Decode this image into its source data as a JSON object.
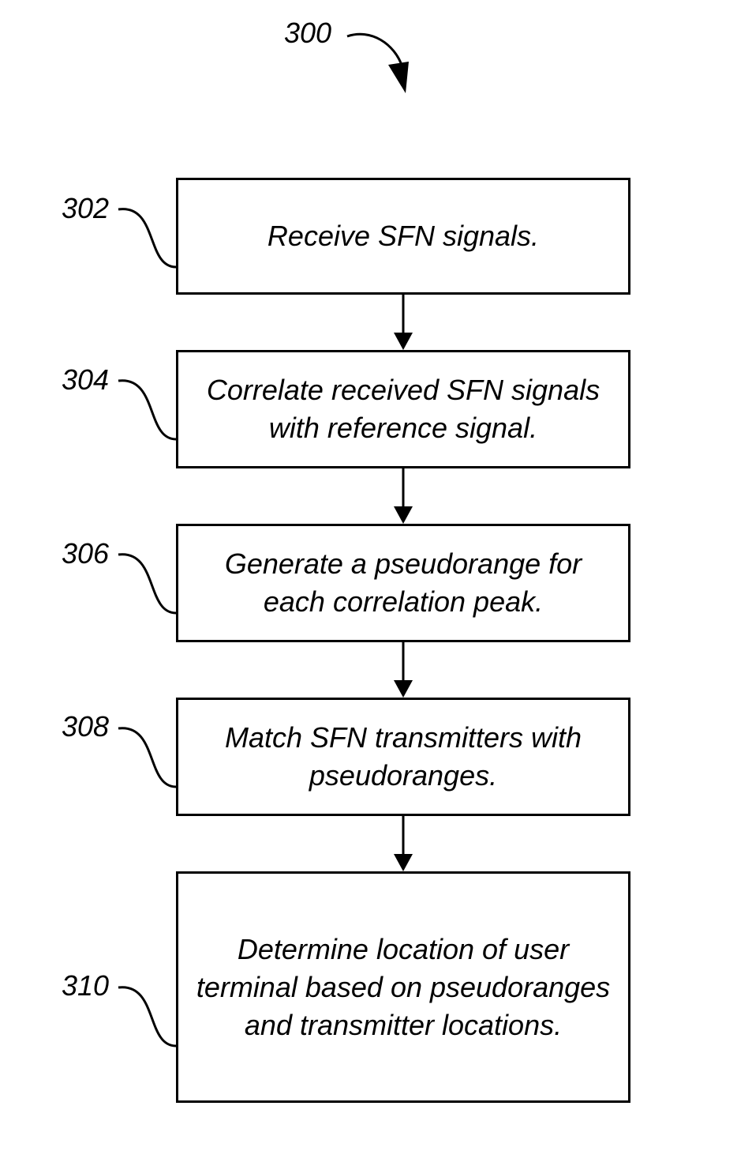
{
  "figure": {
    "ref": "300"
  },
  "steps": [
    {
      "ref": "302",
      "text": "Receive SFN signals."
    },
    {
      "ref": "304",
      "text": "Correlate received SFN signals with reference signal."
    },
    {
      "ref": "306",
      "text": "Generate a pseudorange for each correlation peak."
    },
    {
      "ref": "308",
      "text": "Match SFN transmitters with pseudoranges."
    },
    {
      "ref": "310",
      "text": "Determine location of user terminal based on pseudoranges and transmitter locations."
    }
  ]
}
